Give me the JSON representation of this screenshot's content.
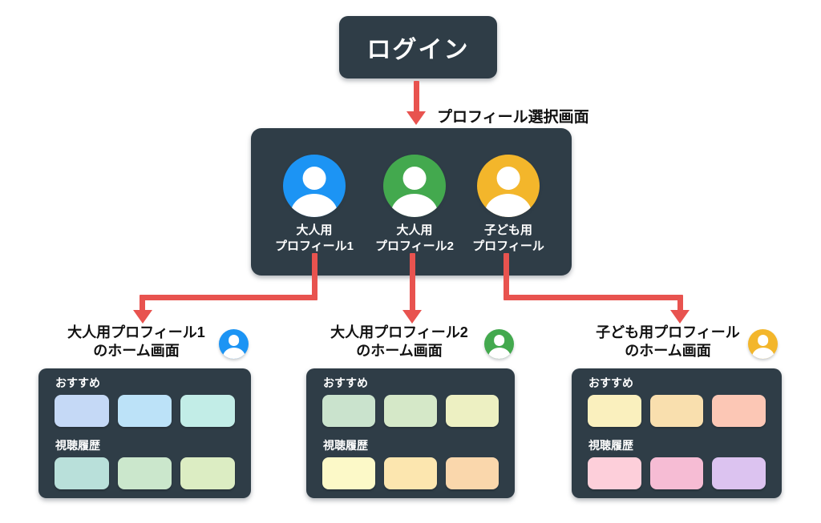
{
  "colors": {
    "panel": "#2F3D47",
    "arrow": "#E8534F",
    "ink": "#111111"
  },
  "login": {
    "label": "ログイン"
  },
  "profile_screen": {
    "label": "プロフィール選択画面",
    "profiles": [
      {
        "line1": "大人用",
        "line2": "プロフィール1",
        "avatar_color": "#1C94F4"
      },
      {
        "line1": "大人用",
        "line2": "プロフィール2",
        "avatar_color": "#43A94E"
      },
      {
        "line1": "子ども用",
        "line2": "プロフィール",
        "avatar_color": "#F3B62B"
      }
    ]
  },
  "home_screens": [
    {
      "title_line1": "大人用プロフィール1",
      "title_line2": "のホーム画面",
      "avatar_color": "#1C94F4",
      "sections": [
        {
          "label": "おすすめ",
          "tile_colors": [
            "#C5D9F6",
            "#BCE2F8",
            "#C2EDE7"
          ]
        },
        {
          "label": "視聴履歴",
          "tile_colors": [
            "#B9E0DA",
            "#CBE7CC",
            "#DCEDC3"
          ]
        }
      ]
    },
    {
      "title_line1": "大人用プロフィール2",
      "title_line2": "のホーム画面",
      "avatar_color": "#43A94E",
      "sections": [
        {
          "label": "おすすめ",
          "tile_colors": [
            "#CAE3CD",
            "#D5E8C8",
            "#EDF0C2"
          ]
        },
        {
          "label": "視聴履歴",
          "tile_colors": [
            "#FCF9C8",
            "#FCE6AF",
            "#FAD7AC"
          ]
        }
      ]
    },
    {
      "title_line1": "子ども用プロフィール",
      "title_line2": "のホーム画面",
      "avatar_color": "#F3B62B",
      "sections": [
        {
          "label": "おすすめ",
          "tile_colors": [
            "#FAF0BE",
            "#F9DFAE",
            "#FCC7B5"
          ]
        },
        {
          "label": "視聴履歴",
          "tile_colors": [
            "#FDCFDA",
            "#F6BCD4",
            "#DCC3F0"
          ]
        }
      ]
    }
  ]
}
